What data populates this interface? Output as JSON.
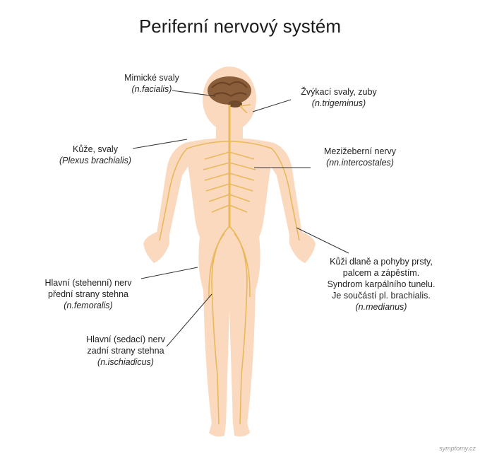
{
  "title": "Periferní nervový systém",
  "labels": {
    "facialis": {
      "text": "Mimické svaly",
      "latin": "(n.facialis)"
    },
    "trigeminus": {
      "text": "Žvýkací svaly, zuby",
      "latin": "(n.trigeminus)"
    },
    "brachialis": {
      "text": "Kůže, svaly",
      "latin": "(Plexus brachialis)"
    },
    "intercostales": {
      "text": "Mezižeberní nervy",
      "latin": "(nn.intercostales)"
    },
    "medianus": {
      "lines": [
        "Kůži dlaně a pohyby prsty,",
        "palcem a zápěstím.",
        "Syndrom karpálního tunelu.",
        "Je součástí pl. brachialis."
      ],
      "latin": "(n.medianus)"
    },
    "femoralis": {
      "lines": [
        "Hlavní (stehenní) nerv",
        "přední strany stehna"
      ],
      "latin": "(n.femoralis)"
    },
    "ischiadicus": {
      "lines": [
        "Hlavní (sedací) nerv",
        "zadní strany stehna"
      ],
      "latin": "(n.ischiadicus)"
    }
  },
  "watermark": "symptomy.cz",
  "colors": {
    "skin": "#fbd9bf",
    "nerve": "#e8b85a",
    "brain": "#8a5e3a",
    "line": "#333333"
  }
}
